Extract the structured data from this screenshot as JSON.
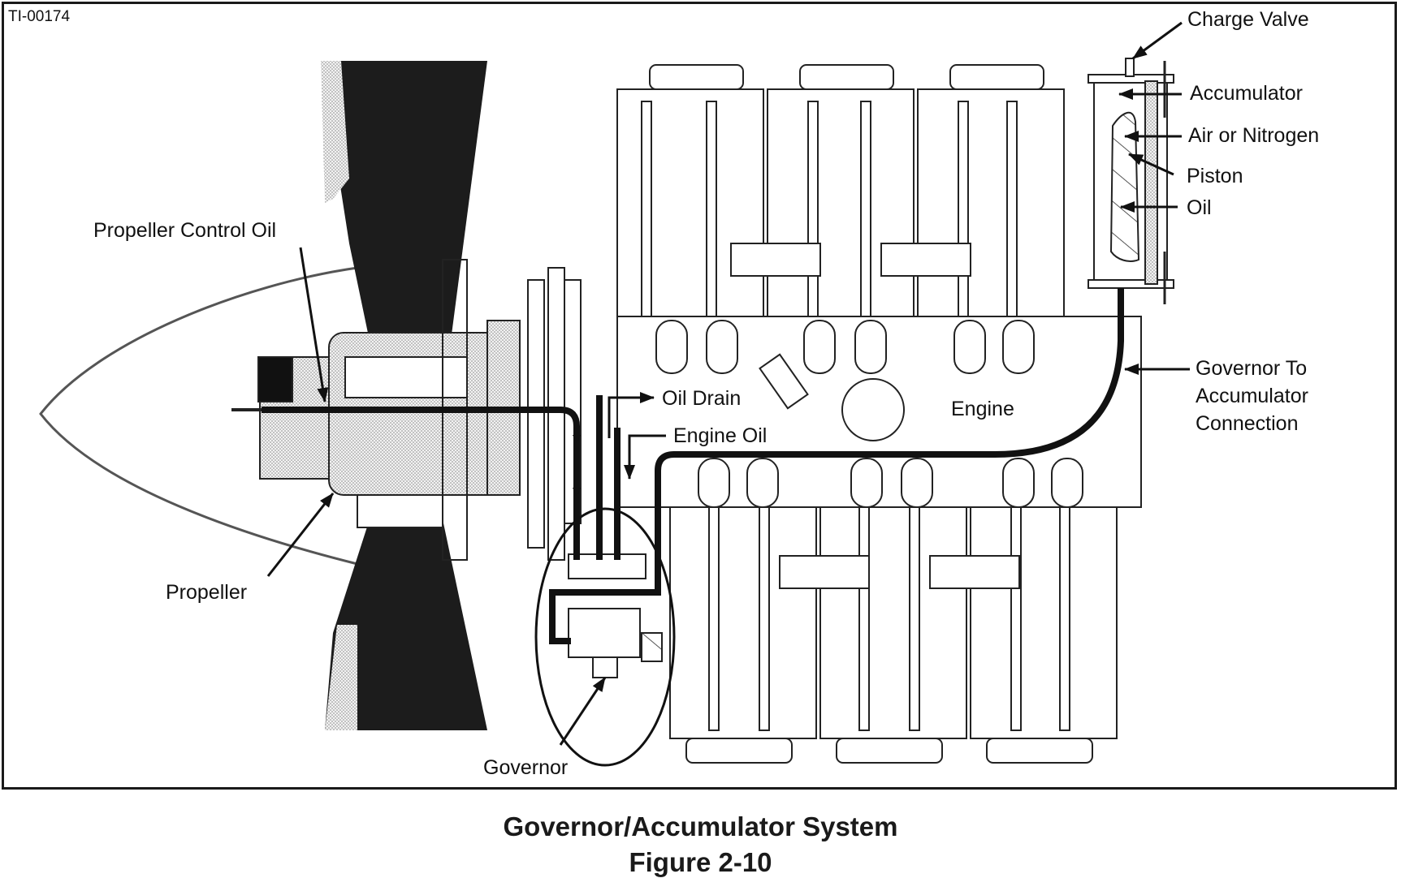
{
  "document_id": "TI-00174",
  "caption": {
    "title": "Governor/Accumulator System",
    "figure": "Figure 2-10"
  },
  "labels": {
    "charge_valve": "Charge Valve",
    "accumulator": "Accumulator",
    "air_or_nitrogen": "Air or Nitrogen",
    "piston": "Piston",
    "oil": "Oil",
    "propeller_control_oil": "Propeller Control Oil",
    "oil_drain": "Oil Drain",
    "engine_oil": "Engine Oil",
    "engine": "Engine",
    "governor_to_accumulator_line1": "Governor To",
    "governor_to_accumulator_line2": "Accumulator",
    "governor_to_accumulator_line3": "Connection",
    "propeller": "Propeller",
    "governor": "Governor"
  },
  "colors": {
    "ink": "#111111",
    "blade": "#1c1c1c",
    "stipple": "#d9d9d9",
    "background": "#ffffff"
  }
}
